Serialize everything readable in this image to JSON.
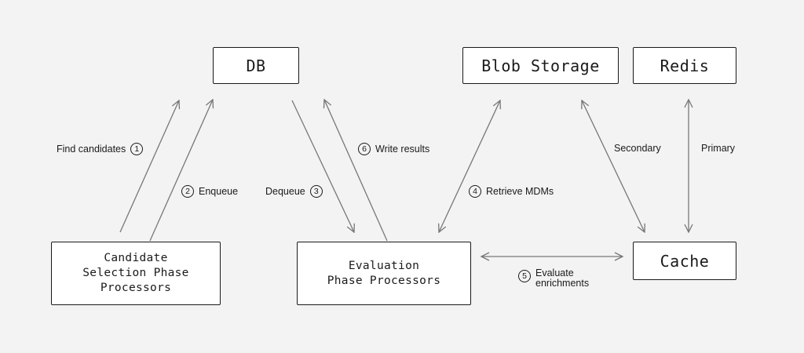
{
  "nodes": {
    "db": "DB",
    "blob": "Blob Storage",
    "redis": "Redis",
    "candidate": "Candidate\nSelection Phase\nProcessors",
    "evaluation": "Evaluation\nPhase Processors",
    "cache": "Cache"
  },
  "steps": {
    "find": {
      "num": "1",
      "text": "Find candidates"
    },
    "enqueue": {
      "num": "2",
      "text": "Enqueue"
    },
    "dequeue": {
      "num": "3",
      "text": "Dequeue"
    },
    "retrieve": {
      "num": "4",
      "text": "Retrieve MDMs"
    },
    "evaluate": {
      "num": "5",
      "text": "Evaluate\nenrichments"
    },
    "write": {
      "num": "6",
      "text": "Write results"
    }
  },
  "edge_labels": {
    "secondary": "Secondary",
    "primary": "Primary"
  },
  "colors": {
    "background": "#f3f3f3",
    "box": "#ffffff",
    "border": "#1a1a1a",
    "arrow": "#777777"
  }
}
